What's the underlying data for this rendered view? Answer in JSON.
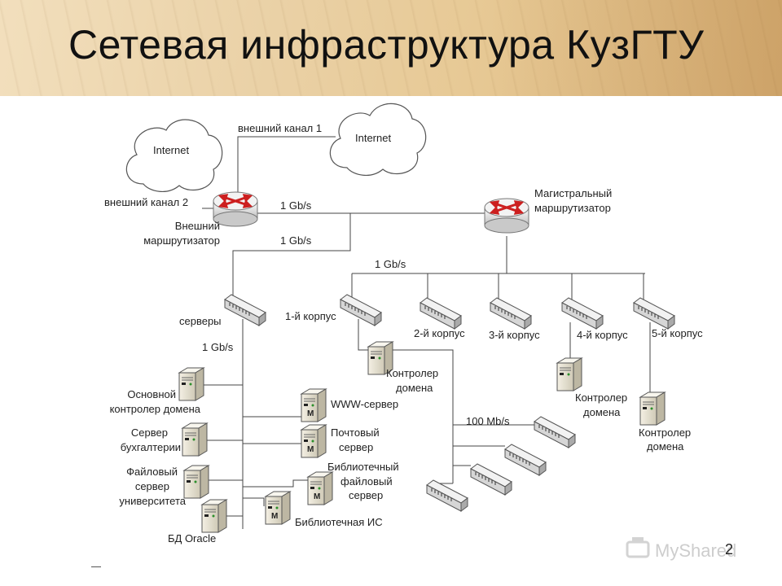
{
  "title": "Сетевая инфраструктура КузГТУ",
  "clouds": [
    "Internet",
    "Internet"
  ],
  "links": {
    "ext1": "внешний канал 1",
    "ext2": "внешний канал 2",
    "gb_top": "1 Gb/s",
    "gb_mid": "1 Gb/s",
    "gb_bus": "1 Gb/s",
    "gb_servers": "1 Gb/s",
    "mb100": "100 Mb/s"
  },
  "routers": {
    "external": [
      "Внешний",
      "маршрутизатор"
    ],
    "core": [
      "Магистральный",
      "маршрутизатор"
    ]
  },
  "switches": {
    "servers": "серверы",
    "b1": "1-й корпус",
    "b2": "2-й корпус",
    "b3": "3-й корпус",
    "b4": "4-й корпус",
    "b5": "5-й корпус"
  },
  "servers_left": {
    "main_dc": [
      "Основной",
      "контролер домена"
    ],
    "accounting": [
      "Сервер",
      "бухгалтерии"
    ],
    "file": [
      "Файловый",
      "сервер",
      "университета"
    ],
    "oracle": "БД Oracle"
  },
  "servers_right": {
    "www": "WWW-сервер",
    "mail": [
      "Почтовый",
      "сервер"
    ],
    "libfile": [
      "Библиотечный",
      "файловый",
      "сервер"
    ],
    "libis": "Библиотечная ИС"
  },
  "domain_controllers": {
    "dc1": [
      "Контролер",
      "домена"
    ],
    "dc4": [
      "Контролер",
      "домена"
    ],
    "dc5": [
      "Контролер",
      "домена"
    ]
  },
  "watermark": "MyShared",
  "page_number": "2",
  "colors": {
    "router_arrow": "#cc1f1f",
    "switch_body": "#d9d9d9",
    "line": "#444444"
  }
}
